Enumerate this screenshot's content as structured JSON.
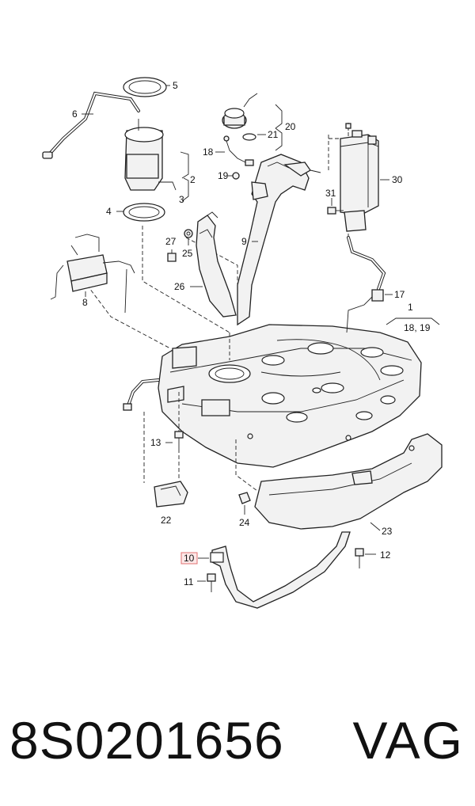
{
  "diagram": {
    "callouts": {
      "c1": "1",
      "c2": "2",
      "c3": "3",
      "c4": "4",
      "c5": "5",
      "c6": "6",
      "c8": "8",
      "c9": "9",
      "c10": "10",
      "c11": "11",
      "c12": "12",
      "c13": "13",
      "c17": "17",
      "c18": "18",
      "c1819": "18, 19",
      "c19": "19",
      "c20": "20",
      "c21": "21",
      "c22": "22",
      "c23": "23",
      "c24": "24",
      "c25": "25",
      "c26": "26",
      "c27": "27",
      "c30": "30",
      "c31": "31"
    },
    "highlight_color": "#e07070"
  },
  "footer": {
    "part_number": "8S0201656",
    "brand": "VAG"
  }
}
